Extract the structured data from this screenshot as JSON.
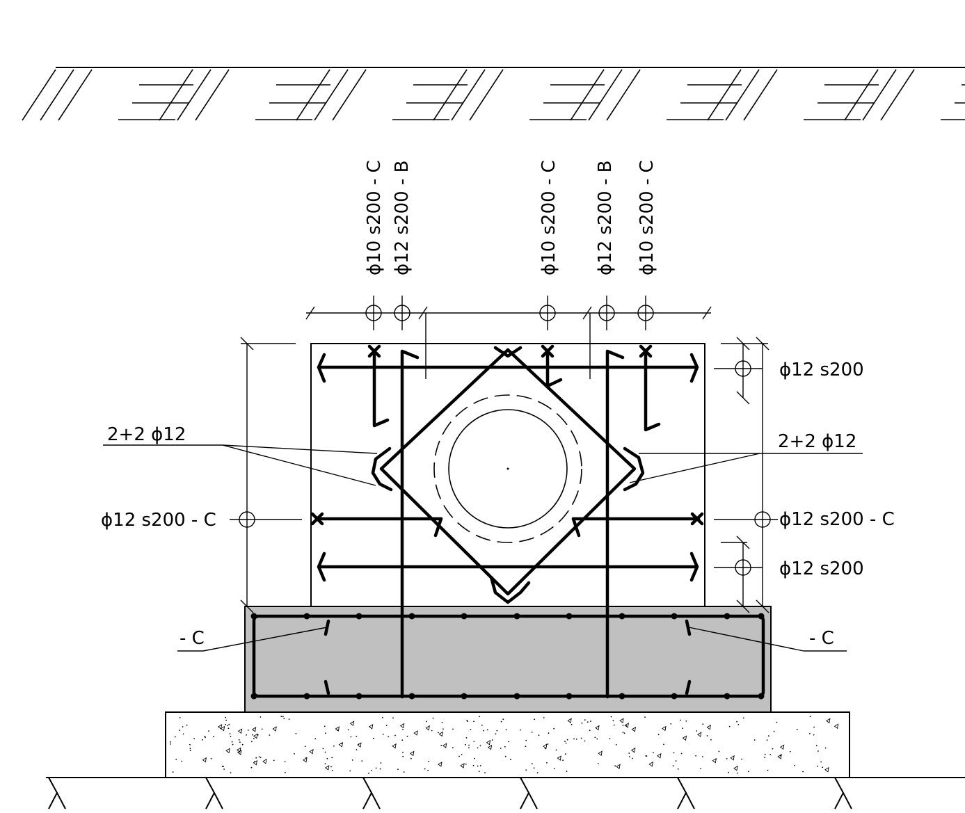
{
  "labels": {
    "top_1": "ϕ10 s200 - C",
    "top_2": "ϕ12 s200 - B",
    "top_3": "ϕ10 s200 - C",
    "top_4": "ϕ12 s200 - B",
    "top_5": "ϕ10 s200 - C",
    "right_top": "ϕ12 s200",
    "right_corner": "2+2 ϕ12",
    "right_mid": "ϕ12 s200 - C",
    "right_bottom": "ϕ12 s200",
    "right_beam": "- C",
    "left_corner": "2+2 ϕ12",
    "left_mid": "ϕ12 s200 - C",
    "left_beam": "- C"
  }
}
